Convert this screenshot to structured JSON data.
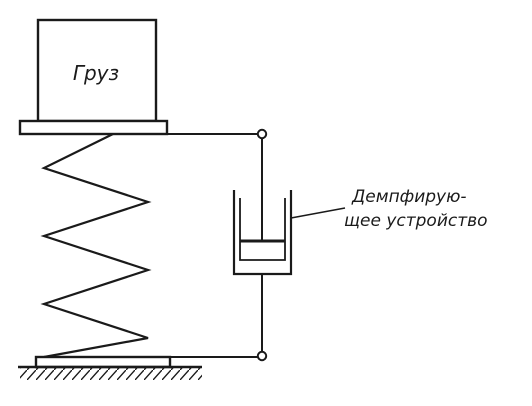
{
  "load": {
    "label": "Груз"
  },
  "damper": {
    "label_line1": "Демпфирую-",
    "label_line2": "щее устройство"
  },
  "colors": {
    "ink": "#1a1a1a",
    "background": "#ffffff"
  }
}
